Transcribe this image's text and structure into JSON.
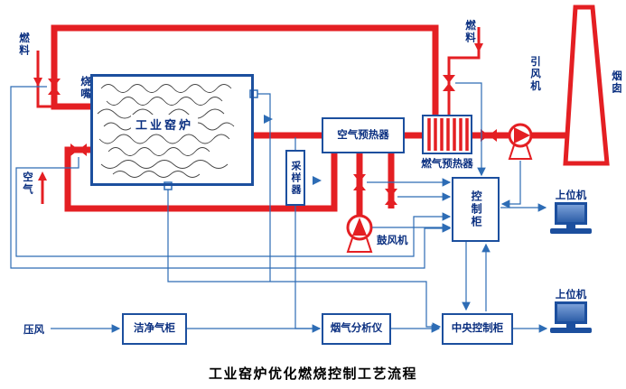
{
  "title": "工业窑炉优化燃烧控制工艺流程",
  "colors": {
    "pipe_red": "#e41f23",
    "signal_blue": "#2d6cb5",
    "box_border_blue": "#1c4f9e",
    "label_navy": "#0a2f80",
    "title_black": "#000000"
  },
  "labels": {
    "fuel_left": "燃料",
    "burner": "烧嘴",
    "air": "空气",
    "kiln": "工业窑炉",
    "sampler": "采样器",
    "air_preheater": "空气预热器",
    "gas_preheater": "燃气预热器",
    "fuel_right": "燃料",
    "induced_draft_fan": "引风机",
    "chimney": "烟囱",
    "blower": "鼓风机",
    "control_cabinet": "控制柜",
    "host_computer_top": "上位机",
    "host_computer_bottom": "上位机",
    "compressed_air": "压风",
    "clean_gas_cabinet": "洁净气柜",
    "flue_gas_analyzer": "烟气分析仪",
    "central_control_cabinet": "中央控制柜"
  }
}
